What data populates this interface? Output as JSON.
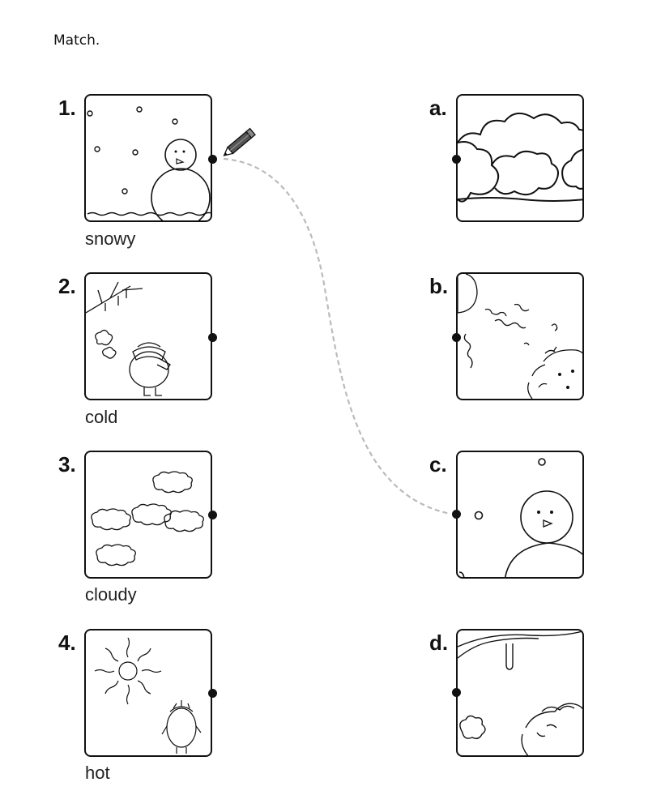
{
  "instruction": "Match.",
  "left_items": [
    {
      "number": "1.",
      "word": "snowy",
      "icon": "snowman-icon"
    },
    {
      "number": "2.",
      "word": "cold",
      "icon": "cold-character-icon"
    },
    {
      "number": "3.",
      "word": "cloudy",
      "icon": "clouds-icon"
    },
    {
      "number": "4.",
      "word": "hot",
      "icon": "sun-icon"
    }
  ],
  "right_items": [
    {
      "letter": "a.",
      "icon": "clouds-closeup-icon"
    },
    {
      "letter": "b.",
      "icon": "sun-closeup-icon"
    },
    {
      "letter": "c.",
      "icon": "snowman-closeup-icon"
    },
    {
      "letter": "d.",
      "icon": "cold-closeup-icon"
    }
  ],
  "example_match": {
    "from": "1.",
    "to": "c."
  },
  "colors": {
    "ink": "#111111",
    "guide_line": "#bbbbbb",
    "pencil_body": "#555555"
  }
}
